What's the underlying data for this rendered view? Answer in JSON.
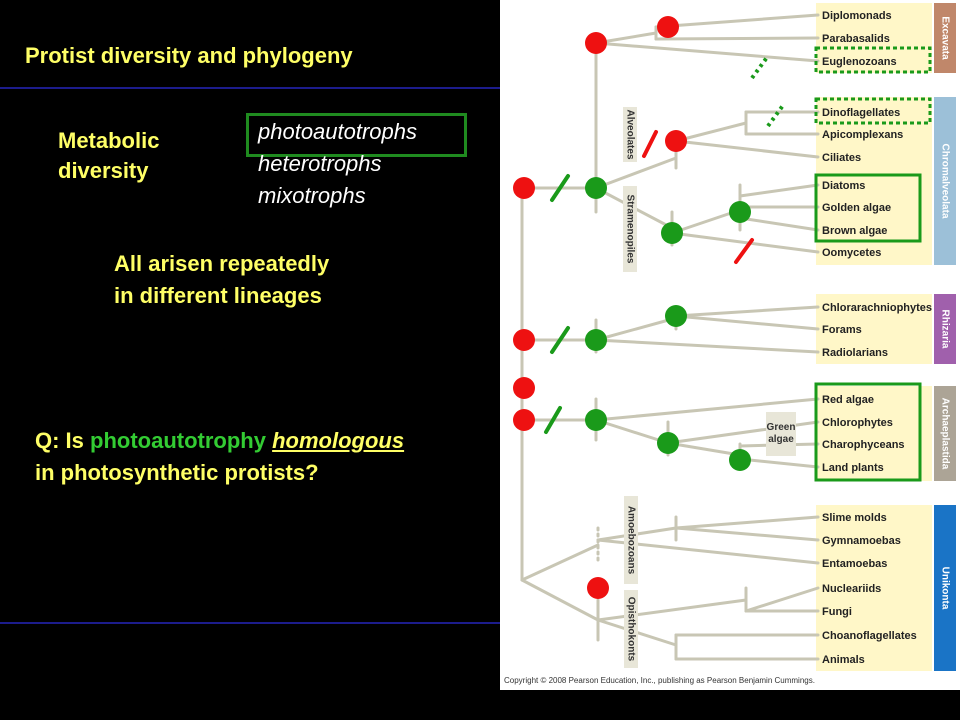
{
  "slide": {
    "title": "Protist diversity and phylogeny",
    "metabolic_label": [
      "Metabolic",
      "diversity"
    ],
    "trophic_modes": [
      "photoautotrophs",
      "heterotrophs",
      "mixotrophs"
    ],
    "arisen_text": [
      "All arisen repeatedly",
      "in different lineages"
    ],
    "question": {
      "prefix": "Q: Is ",
      "highlight": "photoautotrophy",
      "space": " ",
      "homologous": "homologous",
      "line2": "in photosynthetic protists?"
    }
  },
  "tree": {
    "taxa": [
      "Diplomonads",
      "Parabasalids",
      "Euglenozoans",
      "Dinoflagellates",
      "Apicomplexans",
      "Ciliates",
      "Diatoms",
      "Golden algae",
      "Brown algae",
      "Oomycetes",
      "Chlorarachniophytes",
      "Forams",
      "Radiolarians",
      "Red algae",
      "Chlorophytes",
      "Charophyceans",
      "Land plants",
      "Slime molds",
      "Gymnamoebas",
      "Entamoebas",
      "Nucleariids",
      "Fungi",
      "Choanoflagellates",
      "Animals"
    ],
    "supergroups": [
      "Excavata",
      "Chromalveolata",
      "Rhizaria",
      "Archaeplastida",
      "Unikonta"
    ],
    "clade_labels": [
      "Alveolates",
      "Stramenopiles",
      "Green algae",
      "Amoebozoans",
      "Opisthokonts"
    ],
    "green_algae_label": [
      "Green",
      "algae"
    ],
    "copyright": "Copyright © 2008 Pearson Education, Inc., publishing as Pearson Benjamin Cummings."
  },
  "colors": {
    "background": "#000000",
    "title_text": "#ffff66",
    "green_marker": "#1a9a1a",
    "red_marker": "#ee1111",
    "branch": "#c8c6b4",
    "taxa_band": "#fff7c8",
    "excavata": "#c0876a",
    "chromalveolata": "#9cc0d8",
    "rhizaria": "#a060ac",
    "archaeplastida": "#aca496",
    "unikonta": "#1a74c6"
  }
}
